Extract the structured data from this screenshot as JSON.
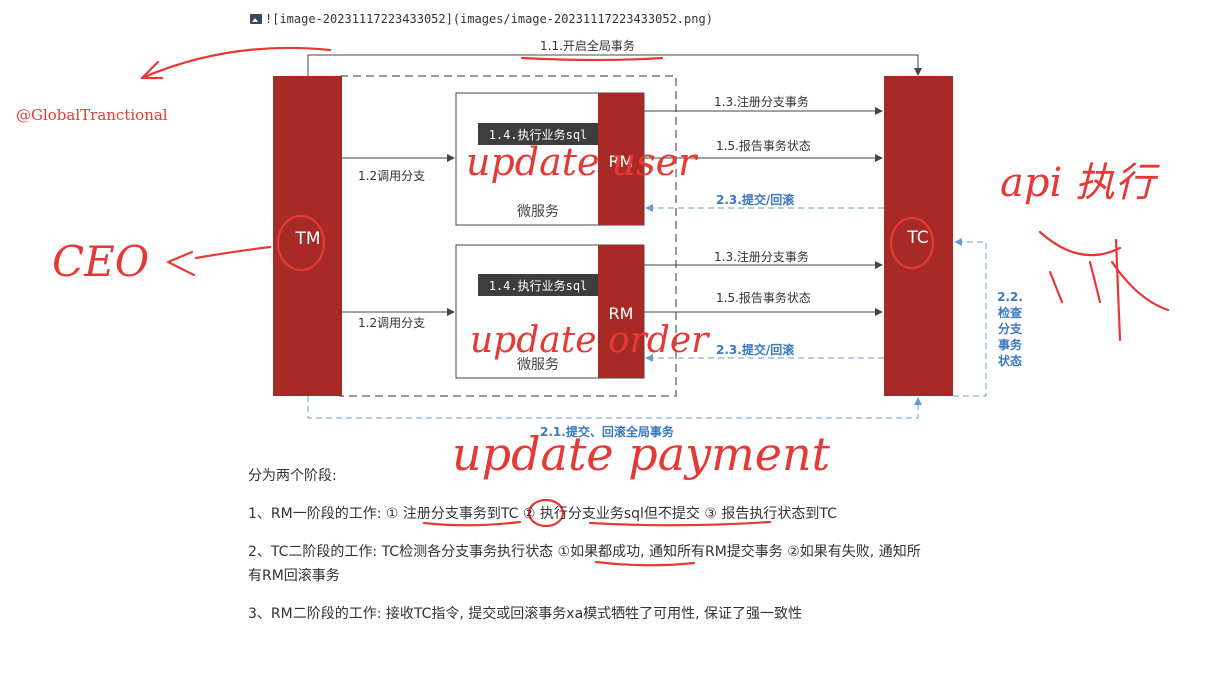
{
  "image_ref": "![image-20231117223433052](images/image-20231117223433052.png)",
  "diagram": {
    "tm_label": "TM",
    "tc_label": "TC",
    "rm_label": "RM",
    "service_label": "微服务",
    "exec_sql_label": "1.4.执行业务sql",
    "open_global": "1.1.开启全局事务",
    "call_branch": "1.2调用分支",
    "register_branch": "1.3.注册分支事务",
    "report_status": "1.5.报告事务状态",
    "commit_rollback": "2.3.提交/回滚",
    "check_branch_lines": [
      "2.2.",
      "检查",
      "分支",
      "事务",
      "状态"
    ],
    "global_commit": "2.1.提交、回滚全局事务"
  },
  "handwriting": {
    "global_tranctional": "@GlobalTranctional",
    "ceo": "CEO",
    "update_user": "update user",
    "update_order": "update order",
    "update_payment": "update payment",
    "api_note": "api 执行"
  },
  "notes": {
    "heading": "分为两个阶段:",
    "p1": "1、RM一阶段的工作: ① 注册分支事务到TC   ② 执行分支业务sql但不提交   ③ 报告执行状态到TC",
    "p2_line1": "2、TC二阶段的工作: TC检测各分支事务执行状态   ①如果都成功, 通知所有RM提交事务   ②如果有失败, 通知所",
    "p2_line2": "有RM回滚事务",
    "p3": "3、RM二阶段的工作: 接收TC指令, 提交或回滚事务xa模式牺牲了可用性, 保证了强一致性"
  },
  "colors": {
    "node_red": "#a82a26",
    "dashed_blue": "#6a9ed6",
    "blue_text": "#3a78c2",
    "ink_red": "#e53935",
    "sql_box": "#3d3d3d"
  }
}
